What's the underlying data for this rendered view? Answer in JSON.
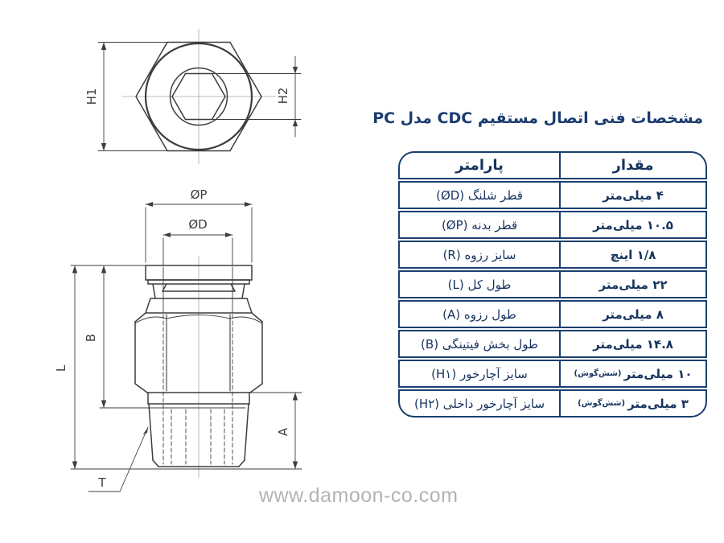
{
  "title": "مشخصات فنی اتصال مستقیم CDC مدل PC",
  "table": {
    "headers": {
      "param": "پارامتر",
      "value": "مقدار"
    },
    "rows": [
      {
        "param": "قطر شلنگ (ØD)",
        "value": "۴ میلی‌متر",
        "note": ""
      },
      {
        "param": "قطر بدنه (ØP)",
        "value": "۱۰.۵ میلی‌متر",
        "note": ""
      },
      {
        "param": "سایز رزوه (R)",
        "value": "۱/۸ اینچ",
        "note": ""
      },
      {
        "param": "طول کل (L)",
        "value": "۲۲ میلی‌متر",
        "note": ""
      },
      {
        "param": "طول رزوه (A)",
        "value": "۸ میلی‌متر",
        "note": ""
      },
      {
        "param": "طول بخش فیتینگی (B)",
        "value": "۱۴.۸ میلی‌متر",
        "note": ""
      },
      {
        "param": "سایز آچارخور (H۱)",
        "value": "۱۰ میلی‌متر",
        "note": "(شش‌گوش)"
      },
      {
        "param": "سایز آچارخور داخلی (H۲)",
        "value": "۳ میلی‌متر",
        "note": "(شش‌گوش)"
      }
    ]
  },
  "drawing": {
    "labels": {
      "h1": "H1",
      "h2": "H2",
      "dp": "ØP",
      "dd": "ØD",
      "b": "B",
      "l": "L",
      "a": "A",
      "t": "T"
    }
  },
  "watermark": "www.damoon-co.com",
  "colors": {
    "table_border": "#1b3f6e",
    "title_text": "#1b3c70",
    "drawing_line": "#3d3d3d",
    "centerline": "#a9a9a9",
    "watermark": "#b3b3b3"
  }
}
